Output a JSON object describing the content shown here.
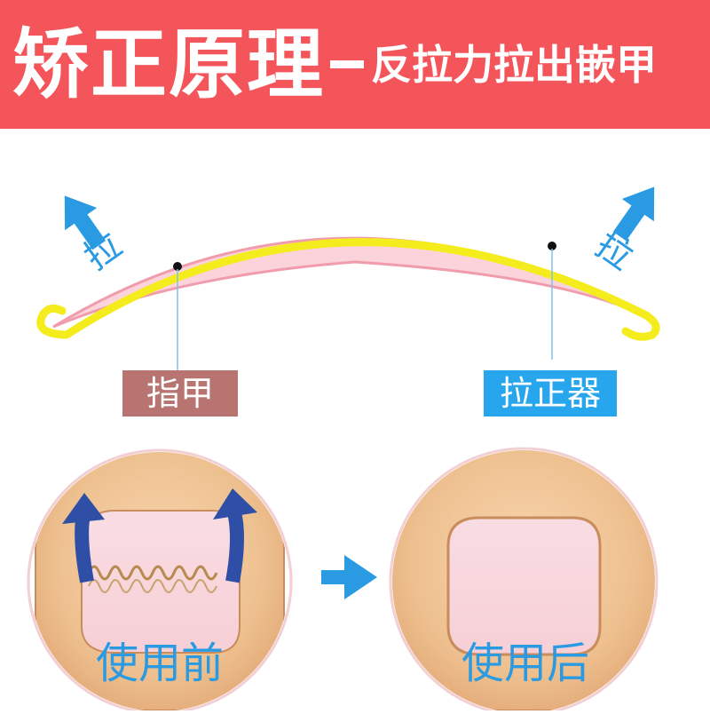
{
  "banner": {
    "title": "矫正原理",
    "subtitle": "反拉力拉出嵌甲"
  },
  "diagram": {
    "pull_left": "拉",
    "pull_right": "拉",
    "label_nail": "指甲",
    "label_device": "拉正器",
    "before": "使用前",
    "after": "使用后"
  },
  "colors": {
    "banner": "#f4555a",
    "device_band": "#f5ec1e",
    "nail": "#f7b7c2",
    "arrow_blue": "#2a9be3",
    "label_nail_bg": "#b87470",
    "label_device_bg": "#27a6ee",
    "skin": "#f0c79a",
    "dark_arrow": "#2f4fa6",
    "spring": "#b98a4e"
  }
}
